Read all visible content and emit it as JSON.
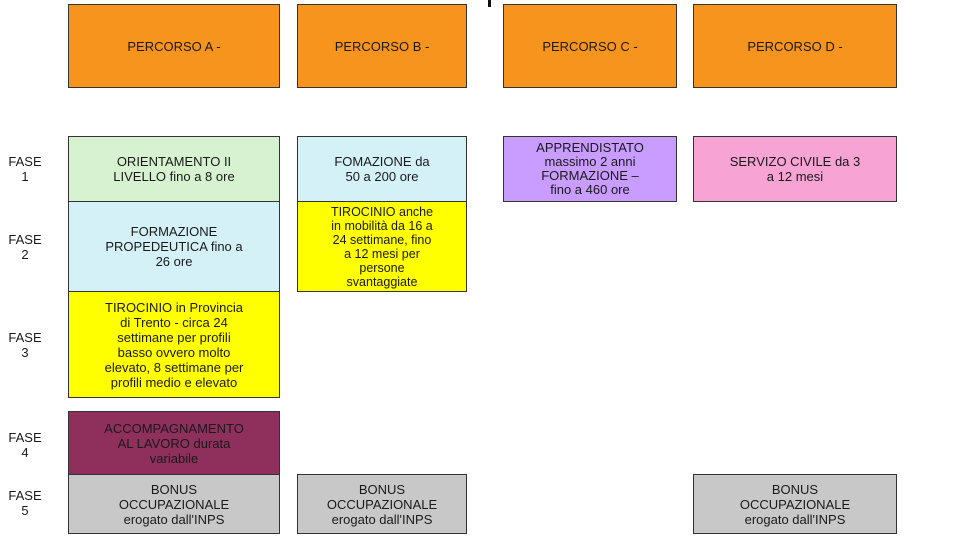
{
  "colors": {
    "orange": "#f7941d",
    "green": "#d7f2d0",
    "cyan": "#d4f1f8",
    "yellow": "#ffff00",
    "lilac": "#c99cff",
    "pink": "#f7a3d4",
    "plum": "#8e2f5c",
    "gray": "#c8c8c8"
  },
  "headers": {
    "a": "PERCORSO A -",
    "b": "PERCORSO B -",
    "c": "PERCORSO C -",
    "d": "PERCORSO D -"
  },
  "phases": {
    "f1": "FASE\n1",
    "f2": "FASE\n2",
    "f3": "FASE\n3",
    "f4": "FASE\n4",
    "f5": "FASE\n5"
  },
  "cells": {
    "a1": "ORIENTAMENTO II\nLIVELLO fino a 8 ore",
    "a2": "FORMAZIONE\nPROPEDEUTICA fino a\n26 ore",
    "a3": "TIROCINIO in Provincia\ndi Trento - circa 24\nsettimane per profili\nbasso ovvero molto\nelevato, 8 settimane per\nprofili medio e elevato",
    "a4": "ACCOMPAGNAMENTO\nAL LAVORO durata\nvariabile",
    "a5": "BONUS\nOCCUPAZIONALE\nerogato dall'INPS",
    "b1": "FOMAZIONE da\n50 a 200 ore",
    "b2": "TIROCINIO anche\nin mobilità da 16 a\n24 settimane, fino\na 12 mesi per\npersone\nsvantaggiate",
    "b5": "BONUS\nOCCUPAZIONALE\nerogato dall'INPS",
    "c1": "APPRENDISTATO\nmassimo 2 anni\nFORMAZIONE –\nfino a 460 ore",
    "d1": "SERVIZO CIVILE da 3\na 12 mesi",
    "d5": "BONUS\nOCCUPAZIONALE\nerogato dall'INPS"
  }
}
